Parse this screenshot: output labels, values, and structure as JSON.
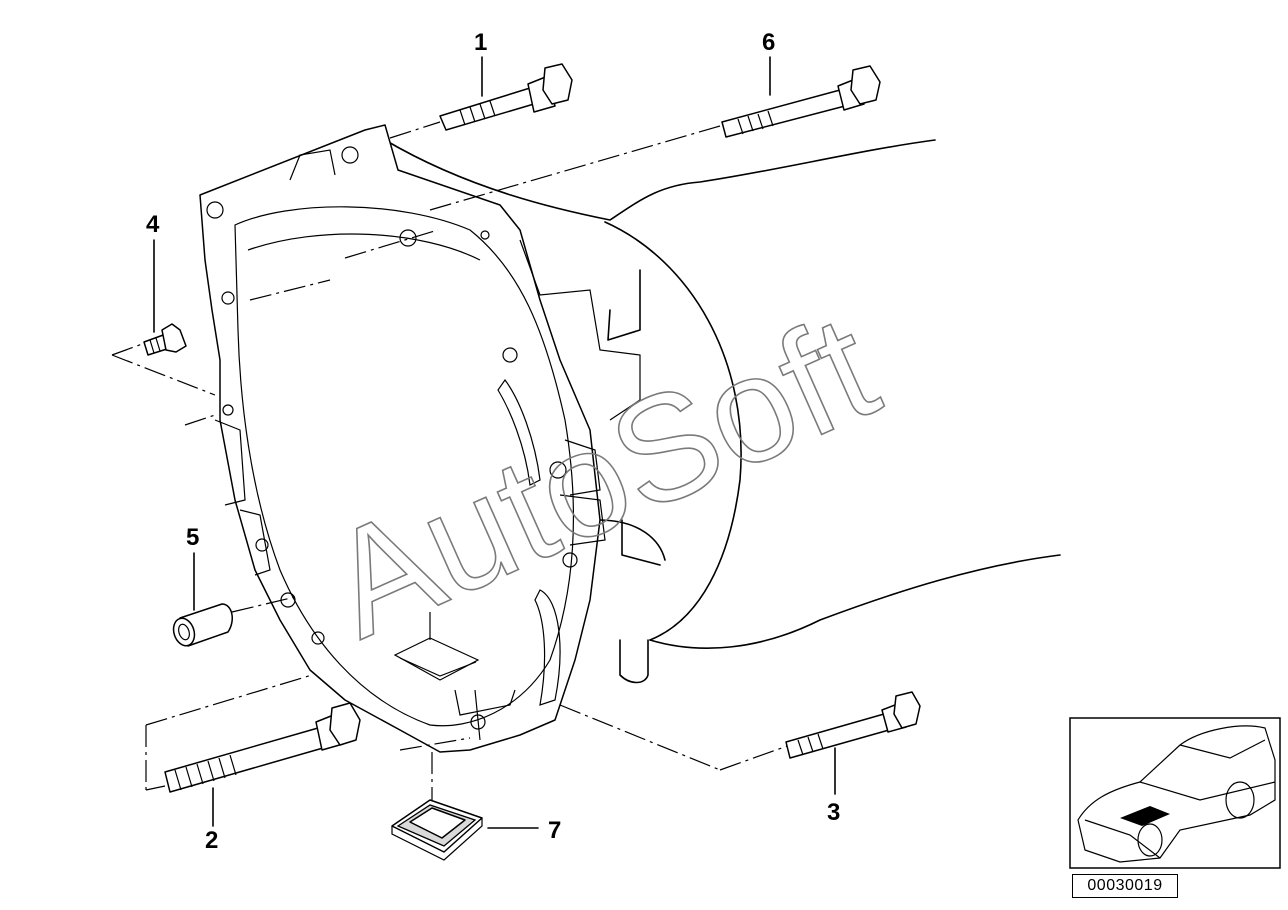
{
  "callouts": {
    "c1": "1",
    "c2": "2",
    "c3": "3",
    "c4": "4",
    "c5": "5",
    "c6": "6",
    "c7": "7"
  },
  "watermark": "AutoSoft",
  "diagram_code": "00030019",
  "icons": [
    "bolt-icon",
    "bolt-icon",
    "bolt-icon",
    "bolt-icon",
    "dowel-sleeve-icon",
    "bolt-icon",
    "grommet-icon",
    "car-location-icon"
  ],
  "colors": {
    "line": "#000000",
    "watermark": "#7a7a7a",
    "shade": "#d9d9d9",
    "background": "#ffffff"
  }
}
